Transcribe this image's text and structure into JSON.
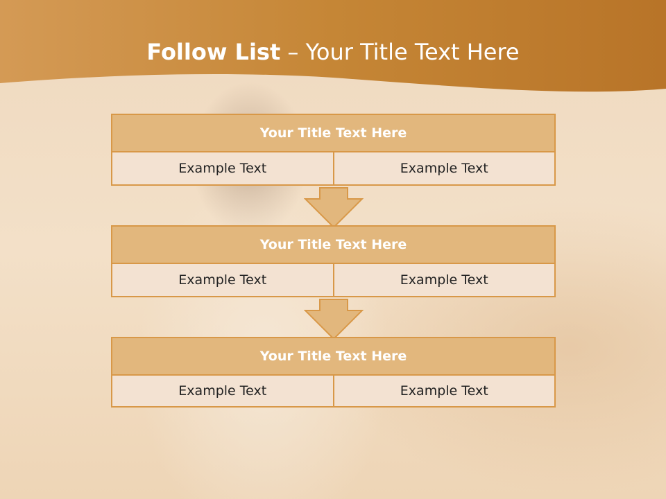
{
  "slide": {
    "title_bold": "Follow List",
    "title_rest": " – Your Title Text Here"
  },
  "colors": {
    "banner": "#c98a3a",
    "header_fill": "#e2b77d",
    "border": "#d89848",
    "cell_fill": "#f3e2d2"
  },
  "blocks": [
    {
      "title": "Your Title Text Here",
      "left": "Example Text",
      "right": "Example Text"
    },
    {
      "title": "Your Title Text Here",
      "left": "Example Text",
      "right": "Example Text"
    },
    {
      "title": "Your Title Text Here",
      "left": "Example Text",
      "right": "Example Text"
    }
  ]
}
